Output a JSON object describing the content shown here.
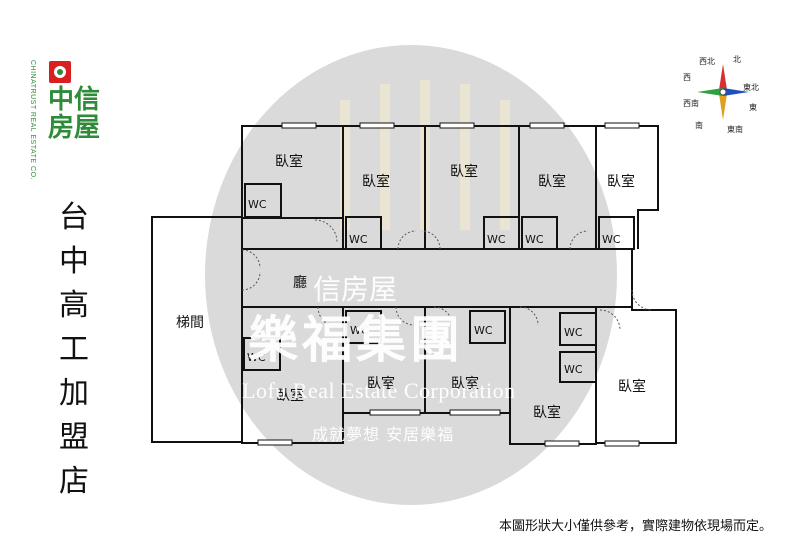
{
  "brand": {
    "vertical_text": "CHINATRUST REAL ESTATE CO.",
    "name_line1": "中信",
    "name_line2": "房屋"
  },
  "store_title": "台中高工加盟店",
  "compass": {
    "labels": [
      "西北",
      "北",
      "東北",
      "西",
      "東",
      "西南",
      "南",
      "東南"
    ]
  },
  "watermark": {
    "main": "樂福集團",
    "sub": "信房屋",
    "english": "Lofu Real Estate Corporation",
    "slogan": "成就夢想 安居樂福"
  },
  "floorplan": {
    "rooms": [
      {
        "id": "r1",
        "label": "臥室"
      },
      {
        "id": "r2",
        "label": "臥室"
      },
      {
        "id": "r3",
        "label": "臥室"
      },
      {
        "id": "r4",
        "label": "臥室"
      },
      {
        "id": "r5",
        "label": "臥室"
      },
      {
        "id": "r6",
        "label": "臥室"
      },
      {
        "id": "r7",
        "label": "臥室"
      },
      {
        "id": "r8",
        "label": "臥室"
      },
      {
        "id": "r9",
        "label": "臥室"
      },
      {
        "id": "r10",
        "label": "臥室"
      }
    ],
    "stairs": "梯間",
    "hall": "廳",
    "wc_label": "WC"
  },
  "disclaimer": "本圖形狀大小僅供參考，實際建物依現場而定。",
  "colors": {
    "brand_green": "#2e8b3a",
    "brand_red": "#d92020",
    "watermark_gray": "#d4d4d4"
  }
}
